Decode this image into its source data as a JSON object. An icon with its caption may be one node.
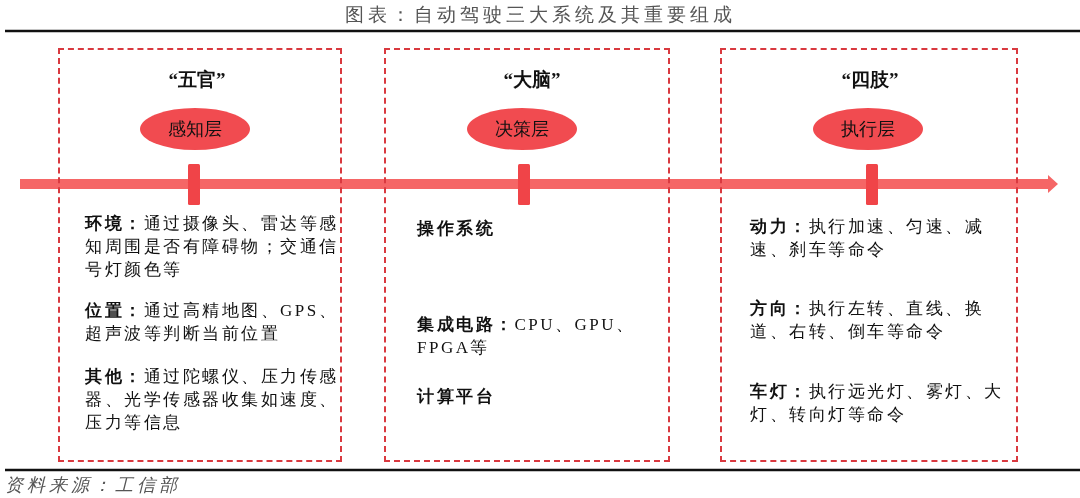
{
  "diagram": {
    "title": "图表：自动驾驶三大系统及其重要组成",
    "caption": "资料来源：工信部",
    "nodes": [
      {
        "text": [
          "“五官”",
          "**环境：**通过摄像头、雷达等感知周围是否有障碍物；交通信号灯颜色等",
          "**位置：**通过高精地图、GPS、超声波等判断当前位置",
          "**其他：**通过陀螺仪、压力传感器、光学传感器收集如速度、压力等信息"
        ]
      },
      {
        "text": [
          "感知层"
        ],
        "in": 0
      },
      {
        "text": [
          "“大脑”",
          "操作系统",
          "**集成电路：**CPU、GPU、FPGA等",
          "计算平台"
        ]
      },
      {
        "text": [
          "决策层"
        ],
        "in": 2
      },
      {
        "text": [
          "“四肢”",
          "**动力：**执行加速、匀速、减速、刹车等命令",
          "**方向：**执行左转、直线、换道、右转、倒车等命令",
          "**车灯：**执行远光灯、雾灯、大灯、转向灯等命令"
        ]
      },
      {
        "text": [
          "执行层"
        ],
        "in": 4
      }
    ]
  }
}
